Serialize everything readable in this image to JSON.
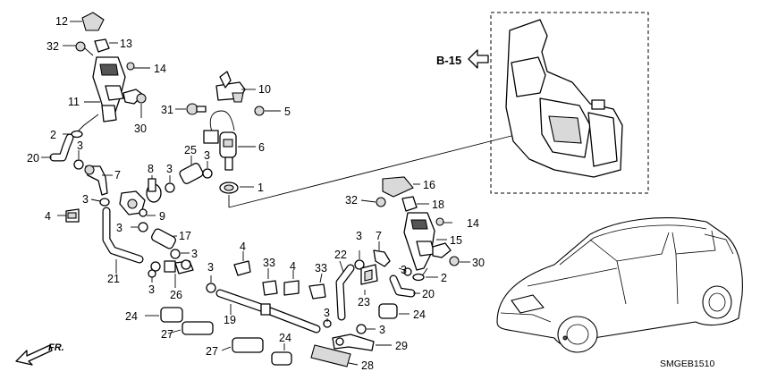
{
  "callouts": [
    "1",
    "2",
    "3",
    "4",
    "5",
    "6",
    "7",
    "8",
    "9",
    "10",
    "11",
    "12",
    "13",
    "14",
    "15",
    "16",
    "17",
    "18",
    "19",
    "20",
    "21",
    "22",
    "23",
    "24",
    "25",
    "26",
    "27",
    "28",
    "29",
    "30",
    "31",
    "32",
    "33"
  ],
  "labels": {
    "n12": "12",
    "n32a": "32",
    "n13": "13",
    "n14a": "14",
    "n11": "11",
    "n30a": "30",
    "n2a": "2",
    "n3a": "3",
    "n20a": "20",
    "n7": "7",
    "n3b": "3",
    "n4a": "4",
    "n10": "10",
    "n31": "31",
    "n5": "5",
    "n25": "25",
    "n6": "6",
    "n8": "8",
    "n3c": "3",
    "n3d": "3",
    "n1": "1",
    "n9": "9",
    "n3e": "3",
    "n17": "17",
    "n3f": "3",
    "n21": "21",
    "n3g": "3",
    "n26": "26",
    "n3h": "3",
    "n4b": "4",
    "n33a": "33",
    "n4c": "4",
    "n33b": "33",
    "n19": "19",
    "n24a": "24",
    "n27a": "27",
    "n27b": "27",
    "n24b": "24",
    "n3i": "3",
    "n22": "22",
    "n3j": "3",
    "n7b": "7",
    "n3k": "3",
    "n23": "23",
    "n20b": "20",
    "n24c": "24",
    "n3l": "3",
    "n29": "29",
    "n28": "28",
    "n16": "16",
    "n32b": "32",
    "n18": "18",
    "n14b": "14",
    "n15": "15",
    "n2b": "2",
    "n30b": "30",
    "n3m": "3"
  },
  "reference": "B-15",
  "direction_label": "FR.",
  "diagram_code": "SMGEB1510"
}
